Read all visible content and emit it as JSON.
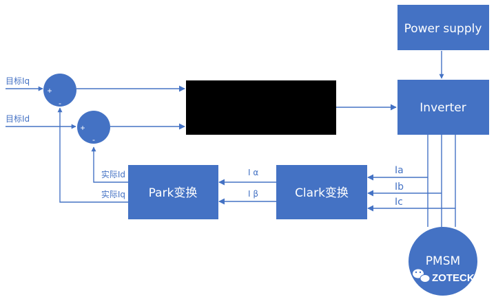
{
  "colors": {
    "block": "#4472c4",
    "line": "#4472c4",
    "hidden_block": "#000000",
    "text_on_block": "#ffffff"
  },
  "blocks": {
    "power_supply": "Power supply",
    "inverter": "Inverter",
    "park": "Park变换",
    "clark": "Clark变换",
    "pmsm": "PMSM"
  },
  "inputs": {
    "target_iq": "目标Iq",
    "target_id": "目标Id"
  },
  "feedback": {
    "actual_id": "实际Id",
    "actual_iq": "实际Iq"
  },
  "currents": {
    "ia": "Ia",
    "ib": "Ib",
    "ic": "Ic",
    "i_alpha": "I α",
    "i_beta": "I β"
  },
  "summers": {
    "upper": {
      "plus": "+",
      "minus": "-"
    },
    "lower": {
      "plus": "+",
      "minus": "-"
    }
  },
  "watermark": {
    "icon": "wechat-icon",
    "text": "ZOTECK"
  }
}
